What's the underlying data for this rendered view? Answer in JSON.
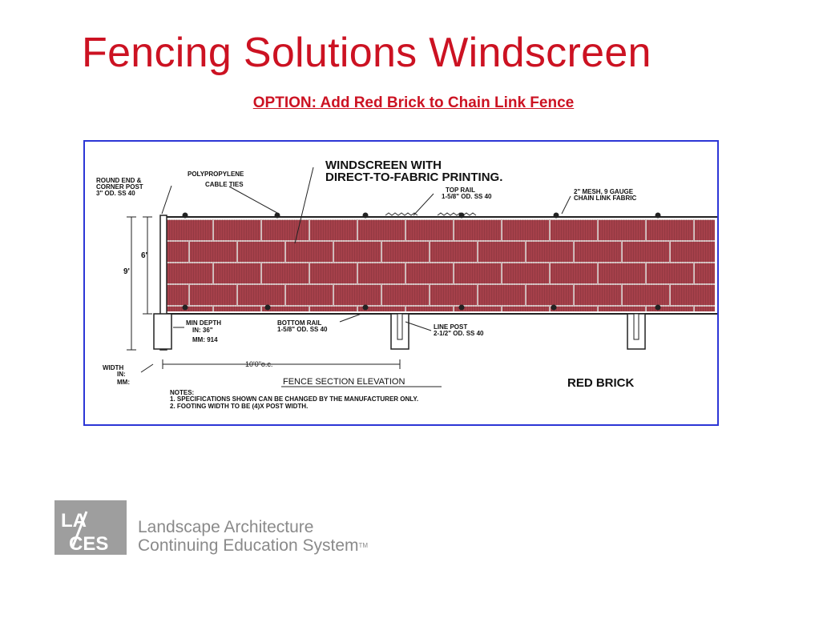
{
  "slide": {
    "title": "Fencing Solutions Windscreen",
    "subtitle": "OPTION: Add Red Brick to Chain Link Fence"
  },
  "diagram": {
    "labels": {
      "round_end_1": "ROUND END &",
      "round_end_2": "CORNER POST",
      "round_end_3": "3\" OD. SS 40",
      "poly_1": "POLYPROPYLENE",
      "poly_2": "CABLE TIES",
      "windscreen_1": "WINDSCREEN WITH",
      "windscreen_2": "DIRECT-TO-FABRIC PRINTING.",
      "top_rail_1": "TOP RAIL",
      "top_rail_2": "1-5/8\" OD. SS 40",
      "mesh_1": "2\" MESH, 9 GAUGE",
      "mesh_2": "CHAIN LINK FABRIC",
      "dim_9ft": "9'",
      "dim_6ft": "6'",
      "min_depth": "MIN DEPTH",
      "depth_in": "IN: 36\"",
      "depth_mm": "MM: 914",
      "bottom_rail_1": "BOTTOM RAIL",
      "bottom_rail_2": "1-5/8\" OD. SS 40",
      "line_post_1": "LINE POST",
      "line_post_2": "2-1/2\" OD. SS 40",
      "width": "WIDTH",
      "width_in": "IN:",
      "width_mm": "MM:",
      "spacing": "10'0\"o.c.",
      "section": "FENCE SECTION ELEVATION",
      "brick": "RED BRICK",
      "notes": "NOTES:",
      "note1": "1. SPECIFICATIONS SHOWN CAN BE CHANGED BY THE MANUFACTURER ONLY.",
      "note2": "2. FOOTING WIDTH TO BE (4)X POST WIDTH."
    },
    "colors": {
      "brick": "#a5404a",
      "mortar": "#d9c3c3",
      "frame": "#2c36d6"
    }
  },
  "footer": {
    "logo_top": "LA",
    "logo_bottom": "CES",
    "line1": "Landscape Architecture",
    "line2": "Continuing Education System",
    "tm": "TM"
  }
}
